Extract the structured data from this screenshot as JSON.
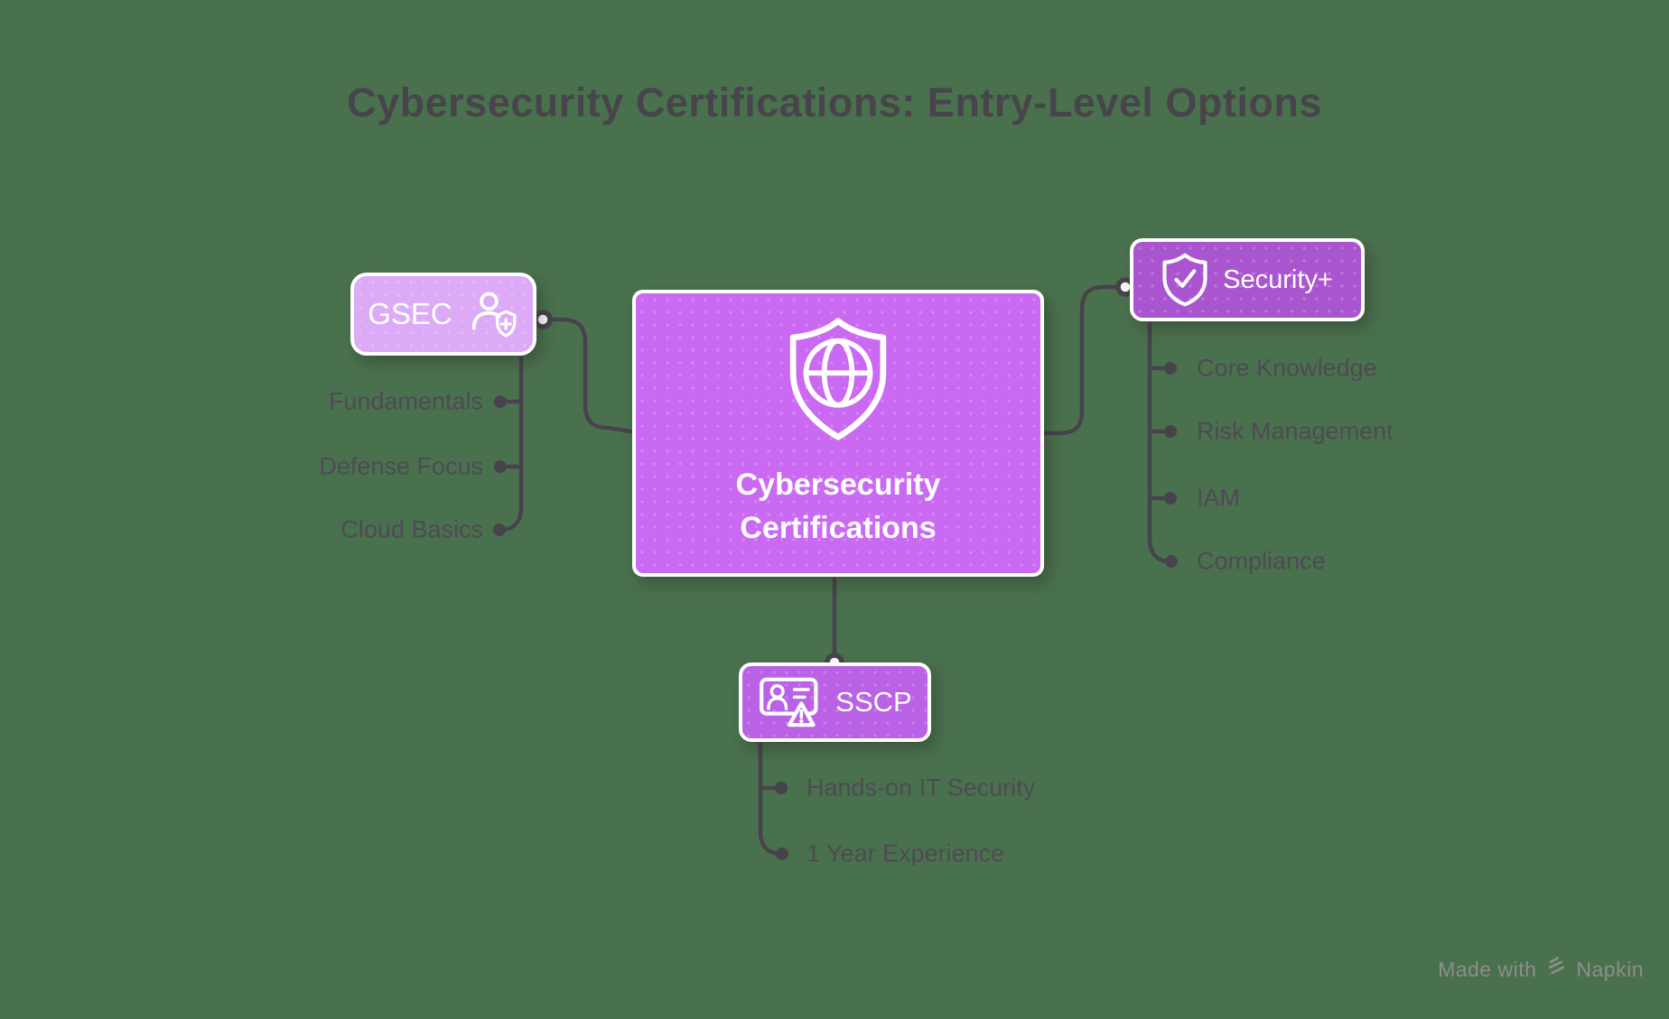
{
  "title": "Cybersecurity Certifications: Entry-Level Options",
  "center_node": {
    "icon": "shield-globe-icon",
    "label_line1": "Cybersecurity",
    "label_line2": "Certifications"
  },
  "branches": {
    "gsec": {
      "label": "GSEC",
      "icon": "user-shield-plus-icon",
      "items": [
        "Fundamentals",
        "Defense Focus",
        "Cloud Basics"
      ]
    },
    "security_plus": {
      "label": "Security+",
      "icon": "shield-check-icon",
      "items": [
        "Core Knowledge",
        "Risk Management",
        "IAM",
        "Compliance"
      ]
    },
    "sscp": {
      "label": "SSCP",
      "icon": "id-card-alert-icon",
      "items": [
        "Hands-on IT Security",
        "1 Year Experience"
      ]
    }
  },
  "footer": {
    "made_with": "Made with",
    "brand": "Napkin",
    "logo": "napkin-logo-icon"
  },
  "colors": {
    "background": "#4a714d",
    "node_center": "#ca6af3",
    "node_gsec": "#dcaaf6",
    "node_security": "#aa55d0",
    "node_sscp": "#ba62e5",
    "connector": "#47434c",
    "text_dark": "#4e4a54",
    "title_text": "#47454b",
    "text_light": "#ffffff",
    "footer_text": "#8d8d8d"
  }
}
